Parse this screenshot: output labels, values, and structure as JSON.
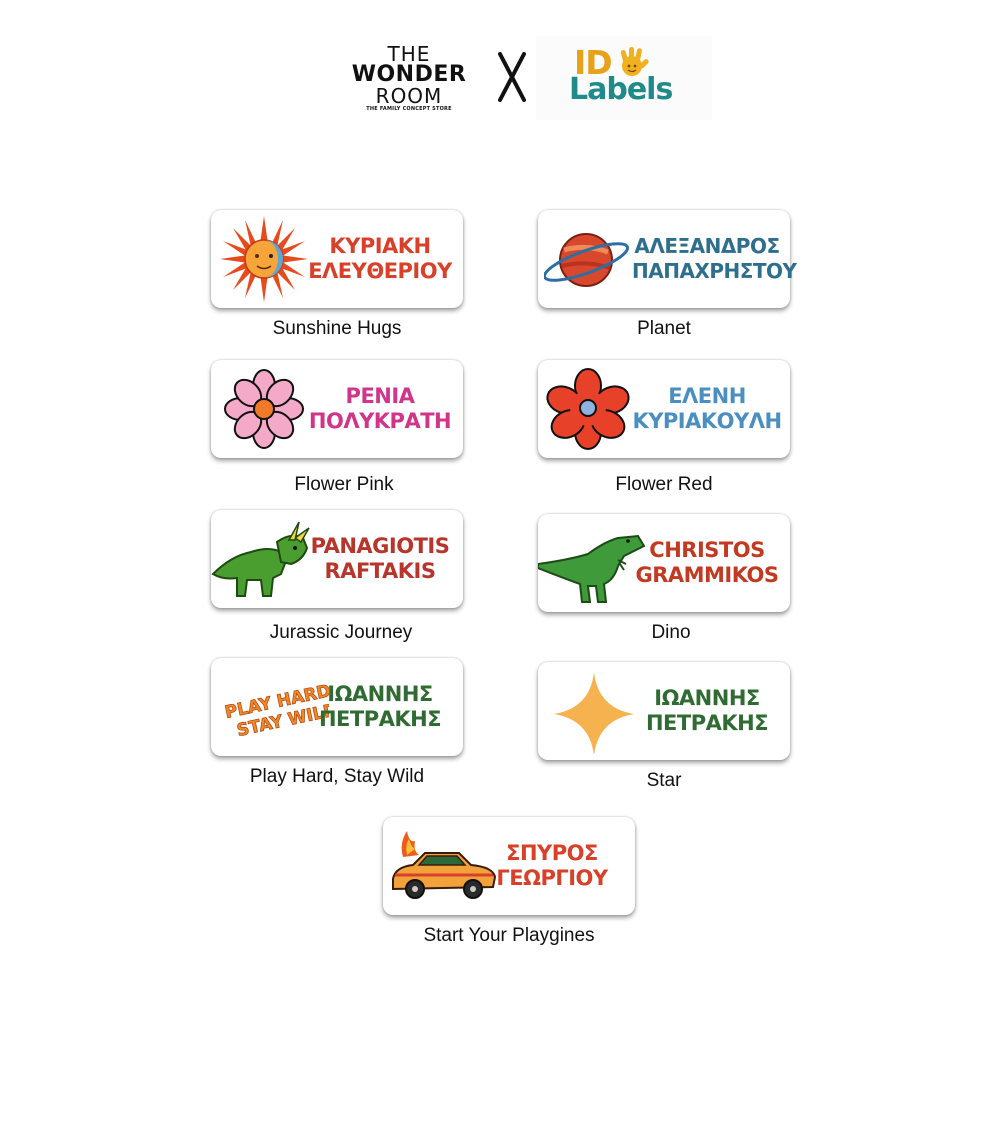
{
  "header": {
    "wonder_room": {
      "line1": "THE",
      "line2": "WONDER",
      "line3": "ROOM",
      "tagline": "THE FAMILY CONCEPT STORE"
    },
    "collab_mark": "X",
    "id_labels": {
      "id": "ID",
      "labels": "Labels"
    }
  },
  "colors": {
    "orange_red": "#d8402a",
    "teal": "#2e6f8e",
    "pink": "#d1358a",
    "blue": "#4a8fc0",
    "rust": "#b8352c",
    "green": "#2f6b33"
  },
  "labels": [
    {
      "name_line1": "ΚΥΡΙΑΚΗ",
      "name_line2": "ΕΛΕΥΘΕΡΙΟΥ",
      "caption": "Sunshine Hugs",
      "icon": "sun-moon-icon"
    },
    {
      "name_line1": "ΑΛΕΞΑΝΔΡΟΣ",
      "name_line2": "ΠΑΠΑΧΡΗΣΤΟΥ",
      "caption": "Planet",
      "icon": "planet-icon"
    },
    {
      "name_line1": "ΡΕΝΙΑ",
      "name_line2": "ΠΟΛΥΚΡΑΤΗ",
      "caption": "Flower Pink",
      "icon": "pink-flower-icon"
    },
    {
      "name_line1": "ΕΛΕΝΗ",
      "name_line2": "ΚΥΡΙΑΚΟΥΛΗ",
      "caption": "Flower Red",
      "icon": "red-flower-icon"
    },
    {
      "name_line1": "PANAGIOTIS",
      "name_line2": "RAFTAKIS",
      "caption": "Jurassic Journey",
      "icon": "triceratops-icon"
    },
    {
      "name_line1": "CHRISTOS",
      "name_line2": "GRAMMIKOS",
      "caption": "Dino",
      "icon": "t-rex-icon"
    },
    {
      "name_line1": "ΙΩΑΝΝΗΣ",
      "name_line2": "ΠΕΤΡΑΚΗΣ",
      "caption": "Play Hard, Stay Wild",
      "icon": "play-hard-text-icon",
      "art_line1": "PLAY HARD,",
      "art_line2": "STAY WILD"
    },
    {
      "name_line1": "ΙΩΑΝΝΗΣ",
      "name_line2": "ΠΕΤΡΑΚΗΣ",
      "caption": "Star",
      "icon": "star-icon"
    },
    {
      "name_line1": "ΣΠΥΡΟΣ",
      "name_line2": "ΓΕΩΡΓΙΟΥ",
      "caption": "Start Your Playgines",
      "icon": "flaming-car-icon"
    }
  ]
}
